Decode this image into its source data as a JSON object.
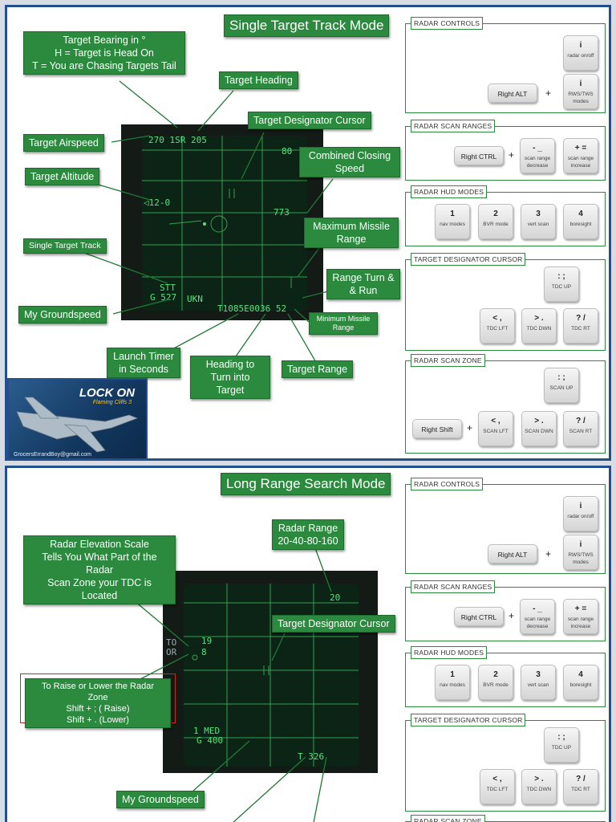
{
  "panel1": {
    "title": "Single Target Track Mode",
    "callouts": {
      "bearing": "Target Bearing in °\nH = Target is Head On\nT = You are Chasing Targets Tail",
      "heading": "Target Heading",
      "tdc": "Target Designator Cursor",
      "airspeed": "Target Airspeed",
      "closing": "Combined Closing\nSpeed",
      "altitude": "Target Altitude",
      "maxrange": "Maximum Missile\nRange",
      "stt": "Single Target Track",
      "turnrun": "Range Turn &\n& Run",
      "groundspeed": "My Groundspeed",
      "minrange": "Minimum Missile\nRange",
      "launch": "Launch Timer\nin Seconds",
      "turninto": "Heading to\nTurn into Target",
      "range": "Target Range"
    },
    "screen": {
      "top": "270 1SR 205",
      "r80": "80",
      "alt": "◁12-0",
      "closing": "773",
      "stt": "STT",
      "gs": "G 527",
      "ukn": "UKN",
      "bottom": "T1085E0036 52"
    },
    "brand": {
      "logo": "LOCK ON",
      "sub": "Flaming Cliffs 3",
      "email": "GrocersErrandBoy@gmail.com"
    }
  },
  "panel2": {
    "title": "Long Range Search Mode",
    "callouts": {
      "elevation": "Radar Elevation Scale\nTells You What Part of the Radar\nScan Zone your TDC is Located",
      "radar_range": "Radar Range\n20-40-80-160",
      "tdc": "Target Designator Cursor",
      "raise": "To Raise or Lower the Radar Zone\nShift + ; ( Raise)\nShift + . (Lower)",
      "groundspeed": "My Groundspeed"
    },
    "screen": {
      "r20": "20",
      "n19": "19",
      "n8": "8",
      "to": "TO",
      "or": "OR",
      "med": "1 MED",
      "gs": "G 400",
      "t": "T 326"
    }
  },
  "sections": {
    "radar_controls": {
      "title": "RADAR CONTROLS",
      "key1": {
        "k": "i",
        "d": "radar on/off"
      },
      "alt": "Right ALT",
      "plus": "+",
      "key2": {
        "k": "i",
        "d": "RWS/TWS\nmodes"
      }
    },
    "scan_ranges": {
      "title": "RADAR SCAN RANGES",
      "ctrl": "Right CTRL",
      "plus": "+",
      "dec": {
        "k": "- _",
        "d": "scan range\ndecrease"
      },
      "inc": {
        "k": "+ =",
        "d": "scan range\nincrease"
      }
    },
    "hud_modes": {
      "title": "RADAR HUD MODES",
      "keys": [
        {
          "k": "1",
          "d": "nav modes"
        },
        {
          "k": "2",
          "d": "BVR mode"
        },
        {
          "k": "3",
          "d": "vert scan"
        },
        {
          "k": "4",
          "d": "boresight"
        }
      ]
    },
    "tdc": {
      "title": "TARGET DESIGNATOR CURSOR",
      "up": {
        "k": ": ;",
        "d": "TDC UP"
      },
      "left": {
        "k": "< ,",
        "d": "TDC LFT"
      },
      "down": {
        "k": "> .",
        "d": "TDC DWN"
      },
      "right": {
        "k": "? /",
        "d": "TDC RT"
      }
    },
    "scan_zone": {
      "title": "RADAR SCAN ZONE",
      "shift": "Right Shift",
      "plus": "+",
      "up": {
        "k": ": ;",
        "d": "SCAN UP"
      },
      "left": {
        "k": "< ,",
        "d": "SCAN LFT"
      },
      "down": {
        "k": "> .",
        "d": "SCAN DWN"
      },
      "right": {
        "k": "? /",
        "d": "SCAN RT"
      }
    }
  }
}
